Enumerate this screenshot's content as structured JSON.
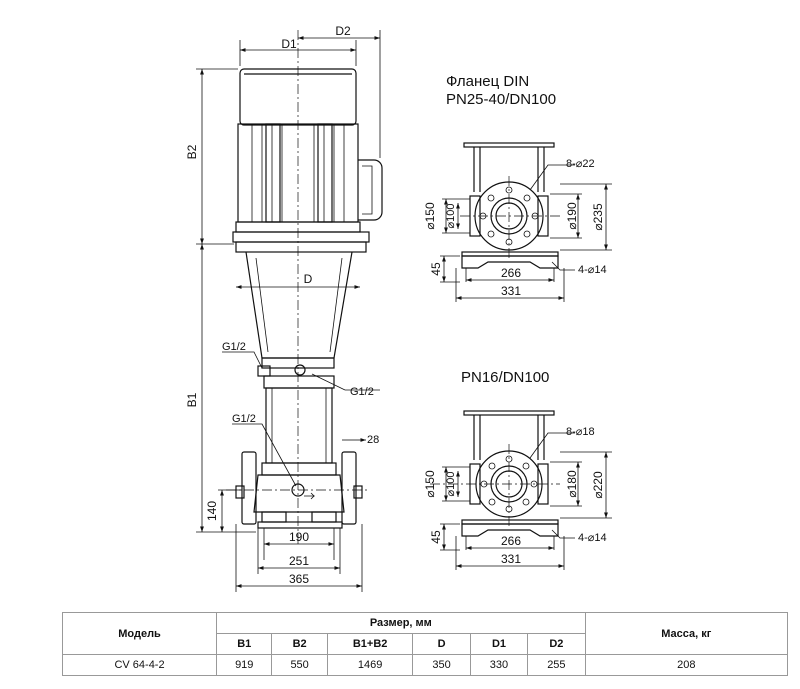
{
  "flange_title_line1": "Фланец DIN",
  "flange_top": {
    "title": "PN25-40/DN100",
    "holes": "8-⌀22",
    "d150": "⌀150",
    "d100": "⌀100",
    "d190": "⌀190",
    "d235": "⌀235",
    "h45": "45",
    "w266": "266",
    "w331": "331",
    "feet": "4-⌀14"
  },
  "flange_bottom": {
    "title": "PN16/DN100",
    "holes": "8-⌀18",
    "d150": "⌀150",
    "d100": "⌀100",
    "d180": "⌀180",
    "d220": "⌀220",
    "h45": "45",
    "w266": "266",
    "w331": "331",
    "feet": "4-⌀14"
  },
  "pump": {
    "d1": "D1",
    "d2": "D2",
    "b2": "B2",
    "b1": "B1",
    "d": "D",
    "g12_a": "G1/2",
    "g12_b": "G1/2",
    "g12_c": "G1/2",
    "d28": "28",
    "h140": "140",
    "w190": "190",
    "w251": "251",
    "w365": "365"
  },
  "table": {
    "model_header": "Модель",
    "size_header": "Размер, мм",
    "mass_header": "Масса, кг",
    "columns": [
      "B1",
      "B2",
      "B1+B2",
      "D",
      "D1",
      "D2"
    ],
    "rows": [
      {
        "model": "CV 64-4-2",
        "values": [
          "919",
          "550",
          "1469",
          "350",
          "330",
          "255"
        ],
        "mass": "208"
      }
    ]
  }
}
